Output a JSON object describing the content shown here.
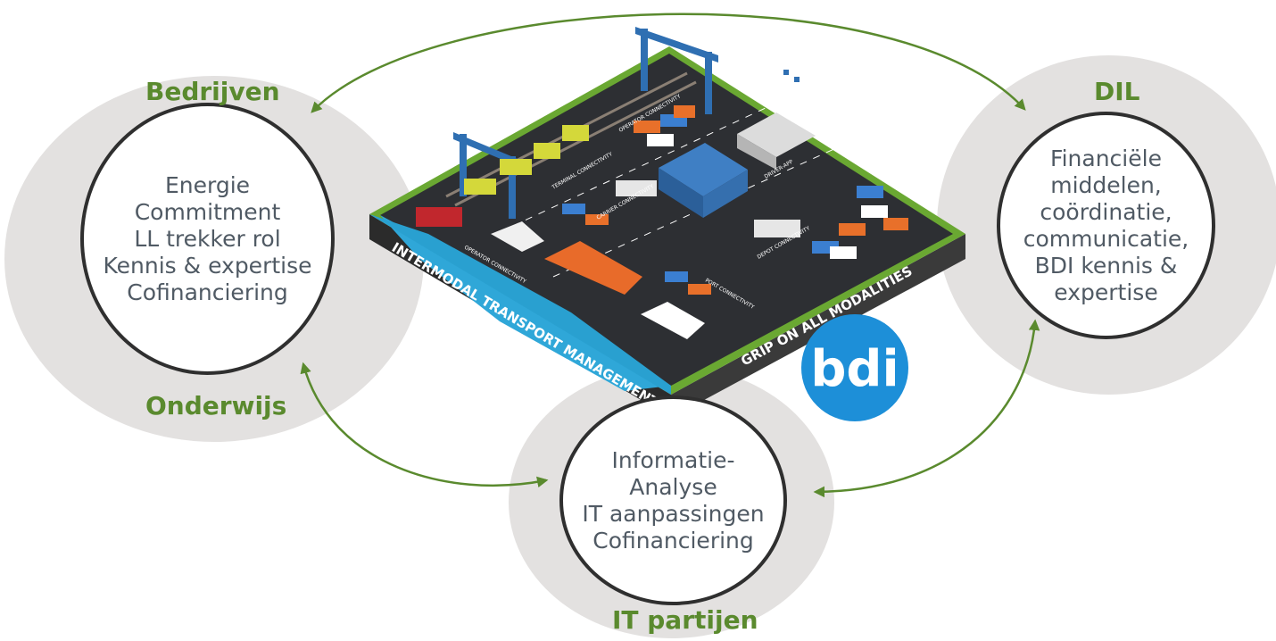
{
  "colors": {
    "accent_green": "#5a8a2e",
    "halo": "#e3e1e0",
    "circle_border": "#2f2f2f",
    "text": "#505a64",
    "bdi_blue": "#1d8fd8"
  },
  "groups": {
    "bedrijven": {
      "title": "Bedrijven",
      "subtitle": "Onderwijs",
      "lines": [
        "Energie",
        "Commitment",
        "LL trekker rol",
        "Kennis & expertise",
        "Cofinanciering"
      ]
    },
    "dil": {
      "title": "DIL",
      "lines": [
        "Financiële",
        "middelen,",
        "coördinatie,",
        "communicatie,",
        "BDI kennis &",
        "expertise"
      ]
    },
    "it": {
      "title": "IT partijen",
      "lines": [
        "Informatie-",
        "Analyse",
        "IT aanpassingen",
        "Cofinanciering"
      ]
    }
  },
  "platform": {
    "front_edge_label": "INTERMODAL TRANSPORT MANAGEMENT",
    "right_edge_label": "GRIP ON ALL MODALITIES",
    "zone_labels": [
      "OPERATOR CONNECTIVITY",
      "TERMINAL CONNECTIVITY",
      "CARRIER CONNECTIVITY",
      "DRIVER-APP",
      "DEPOT CONNECTIVITY",
      "PORT CONNECTIVITY",
      "OPERATOR CONNECTIVITY"
    ]
  },
  "logo": {
    "text": "bdi"
  },
  "icons": {
    "arrow": "curved-double-arrow-icon"
  }
}
